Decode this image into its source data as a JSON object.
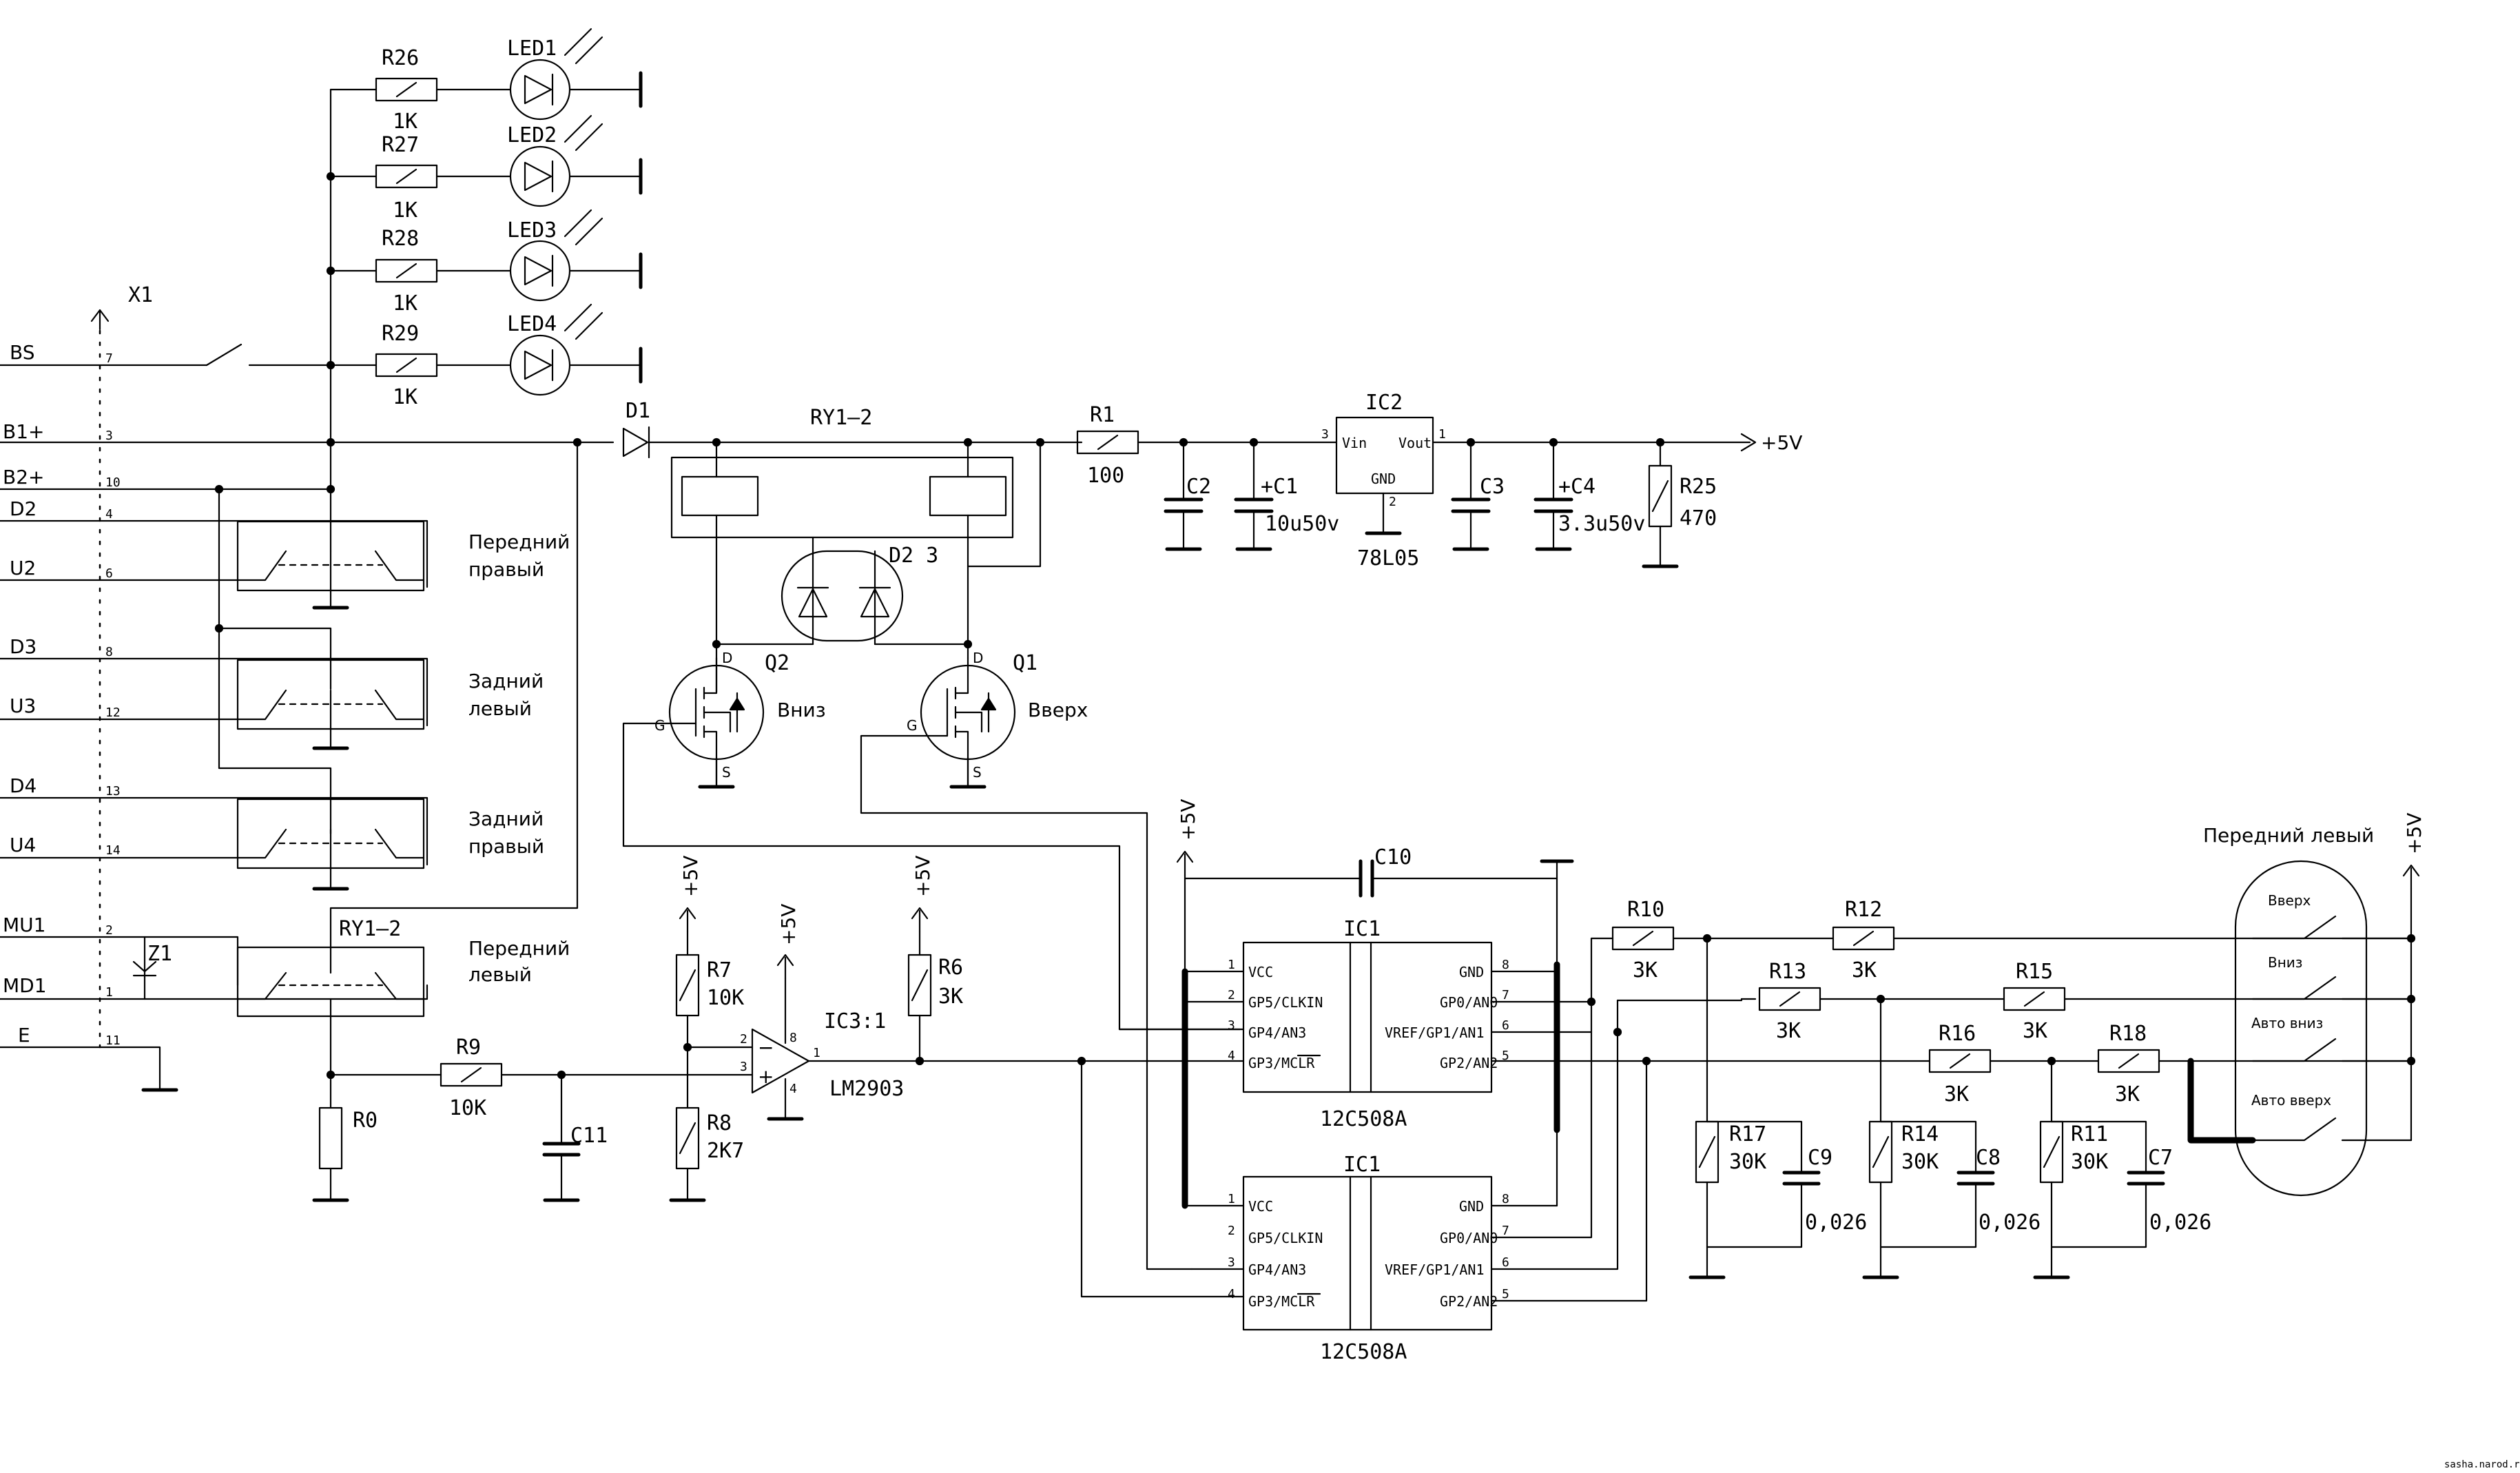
{
  "connector": {
    "ref": "X1",
    "pins": [
      {
        "label": "BS",
        "num": "7"
      },
      {
        "label": "B1+",
        "num": "3"
      },
      {
        "label": "B2+",
        "num": "10"
      },
      {
        "label": "D2",
        "num": "4"
      },
      {
        "label": "U2",
        "num": "6"
      },
      {
        "label": "D3",
        "num": "8"
      },
      {
        "label": "U3",
        "num": "12"
      },
      {
        "label": "D4",
        "num": "13"
      },
      {
        "label": "U4",
        "num": "14"
      },
      {
        "label": "MU1",
        "num": "2"
      },
      {
        "label": "MD1",
        "num": "1"
      },
      {
        "label": "E",
        "num": "11"
      }
    ]
  },
  "leds": [
    {
      "r_ref": "R26",
      "r_val": "1K",
      "led": "LED1"
    },
    {
      "r_ref": "R27",
      "r_val": "1K",
      "led": "LED2"
    },
    {
      "r_ref": "R28",
      "r_val": "1K",
      "led": "LED3"
    },
    {
      "r_ref": "R29",
      "r_val": "1K",
      "led": "LED4"
    }
  ],
  "switches": [
    {
      "line1": "Передний",
      "line2": "правый"
    },
    {
      "line1": "Задний",
      "line2": "левый"
    },
    {
      "line1": "Задний",
      "line2": "правый"
    },
    {
      "line1": "Передний",
      "line2": "левый"
    }
  ],
  "relay_switch_ref": "RY1–2",
  "z1": "Z1",
  "d1": "D1",
  "relay": "RY1–2",
  "d2": "D2 3",
  "q2": {
    "ref": "Q2",
    "label": "Вниз",
    "g": "G",
    "d": "D",
    "s": "S"
  },
  "q1": {
    "ref": "Q1",
    "label": "Вверх",
    "g": "G",
    "d": "D",
    "s": "S"
  },
  "r1": {
    "ref": "R1",
    "val": "100"
  },
  "c2": "C2",
  "c1": {
    "ref": "C1",
    "val": "10u50v",
    "plus": "+"
  },
  "ic2": {
    "ref": "IC2",
    "vin": "Vin",
    "vout": "Vout",
    "gnd": "GND",
    "p3": "3",
    "p1": "1",
    "p2": "2",
    "part": "78L05"
  },
  "c3": "C3",
  "c4": {
    "ref": "C4",
    "val": "3.3u50v",
    "plus": "+"
  },
  "r25": {
    "ref": "R25",
    "val": "470"
  },
  "vcc_label": "+5V",
  "r0": "R0",
  "r9": {
    "ref": "R9",
    "val": "10K"
  },
  "c11": "C11",
  "r7": {
    "ref": "R7",
    "val": "10K"
  },
  "r8": {
    "ref": "R8",
    "val": "2K7"
  },
  "ic3": {
    "ref": "IC3:1",
    "part": "LM2903",
    "p2": "2",
    "p3": "3",
    "p1": "1",
    "p8": "8",
    "p4": "4",
    "minus": "−",
    "plus": "+"
  },
  "r6": {
    "ref": "R6",
    "val": "3K"
  },
  "c10": "C10",
  "mcu": {
    "ref": "IC1",
    "part": "12C508A",
    "left": [
      {
        "n": "1",
        "name": "VCC"
      },
      {
        "n": "2",
        "name": "GP5/CLKIN"
      },
      {
        "n": "3",
        "name": "GP4/AN3"
      },
      {
        "n": "4",
        "name": "GP3/MCLR"
      }
    ],
    "right": [
      {
        "n": "8",
        "name": "GND"
      },
      {
        "n": "7",
        "name": "GP0/AN0"
      },
      {
        "n": "6",
        "name": "VREF/GP1/AN1"
      },
      {
        "n": "5",
        "name": "GP2/AN2"
      }
    ]
  },
  "ladder": {
    "r10": {
      "ref": "R10",
      "val": "3K"
    },
    "r12": {
      "ref": "R12",
      "val": "3K"
    },
    "r13": {
      "ref": "R13",
      "val": "3K"
    },
    "r15": {
      "ref": "R15",
      "val": "3K"
    },
    "r16": {
      "ref": "R16",
      "val": "3K"
    },
    "r18": {
      "ref": "R18",
      "val": "3K"
    },
    "r17": {
      "ref": "R17",
      "val": "30K"
    },
    "r14": {
      "ref": "R14",
      "val": "30K"
    },
    "r11": {
      "ref": "R11",
      "val": "30K"
    },
    "c9": {
      "ref": "C9",
      "val": "0,026"
    },
    "c8": {
      "ref": "C8",
      "val": "0,026"
    },
    "c7": {
      "ref": "C7",
      "val": "0,026"
    }
  },
  "panel": {
    "title": "Передний левый",
    "buttons": [
      "Вверх",
      "Вниз",
      "Авто вниз",
      "Авто вверх"
    ]
  },
  "watermark": "sasha.narod.ru"
}
